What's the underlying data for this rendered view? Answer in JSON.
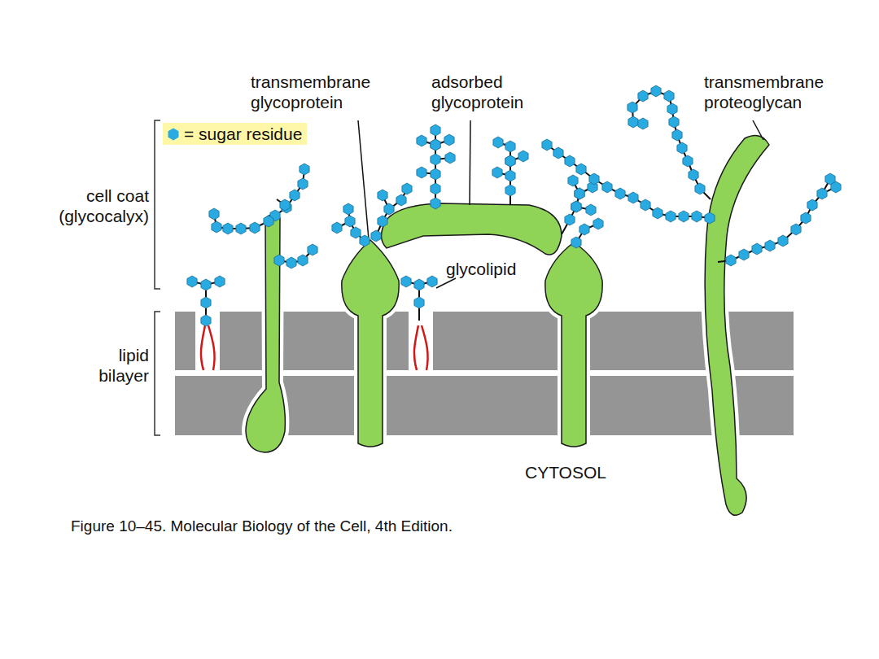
{
  "diagram": {
    "caption": "Figure 10–45. Molecular Biology of the Cell, 4th Edition.",
    "labels": [
      "transmembrane glycoprotein",
      "adsorbed glycoprotein",
      "transmembrane proteoglycan",
      "cell coat (glycocalyx)",
      "glycolipid",
      "lipid bilayer",
      "CYTOSOL"
    ],
    "legend": [
      {
        "text": "= sugar residue",
        "color": "#29abe2"
      }
    ]
  }
}
